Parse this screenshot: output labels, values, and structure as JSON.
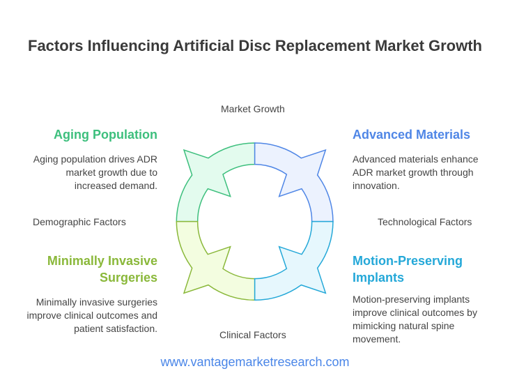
{
  "title": "Factors Influencing Artificial Disc Replacement Market Growth",
  "axes": {
    "top": "Market Growth",
    "left": "Demographic Factors",
    "right": "Technological Factors",
    "bottom": "Clinical Factors"
  },
  "quadrants": [
    {
      "heading": "Aging Population",
      "description": "Aging population drives ADR market growth due to increased demand.",
      "color": "#3dbf7d"
    },
    {
      "heading": "Advanced Materials",
      "description": "Advanced materials enhance ADR market growth through innovation.",
      "color": "#4f86e6"
    },
    {
      "heading": "Minimally Invasive Surgeries",
      "description": "Minimally invasive surgeries improve clinical outcomes and patient satisfaction.",
      "color": "#8ab83a"
    },
    {
      "heading": "Motion-Preserving Implants",
      "description": "Motion-preserving implants improve clinical outcomes by mimicking natural spine movement.",
      "color": "#24a8d8"
    }
  ],
  "footer_url": "www.vantagemarketresearch.com"
}
